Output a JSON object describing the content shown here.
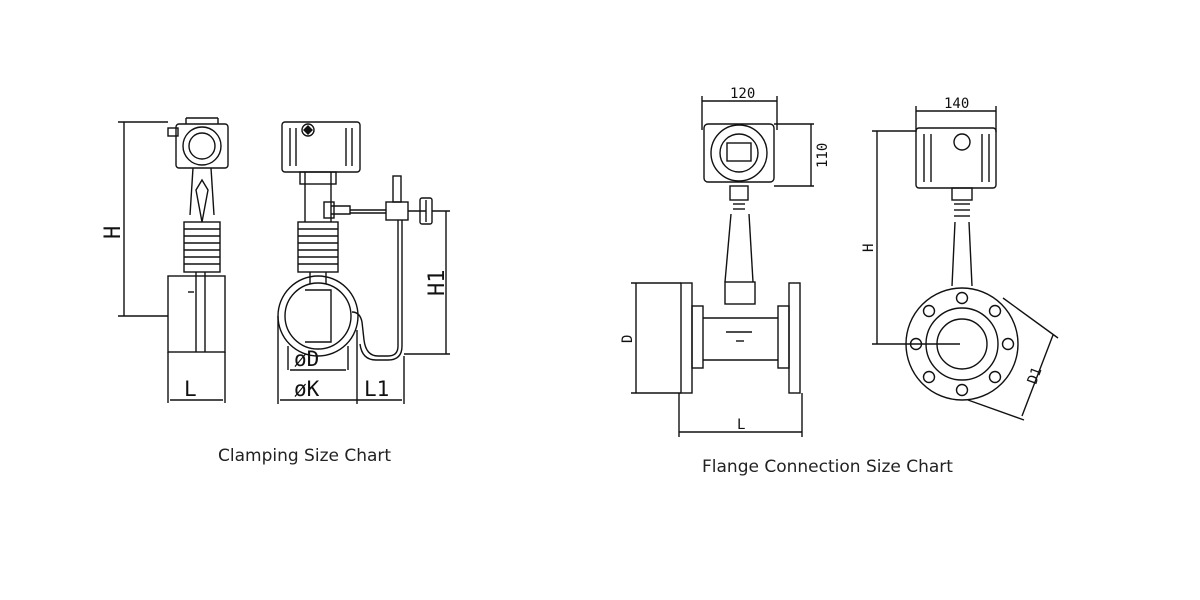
{
  "captions": {
    "clamping": "Clamping Size Chart",
    "flange": "Flange Connection Size Chart"
  },
  "clamping_labels": {
    "H": "H",
    "H1": "H1",
    "D": "øD",
    "K": "øK",
    "L": "L",
    "L1": "L1"
  },
  "flange_labels": {
    "w120": "120",
    "h110": "110",
    "D": "D",
    "L": "L",
    "w140": "140",
    "H": "H",
    "D1": "D1"
  }
}
